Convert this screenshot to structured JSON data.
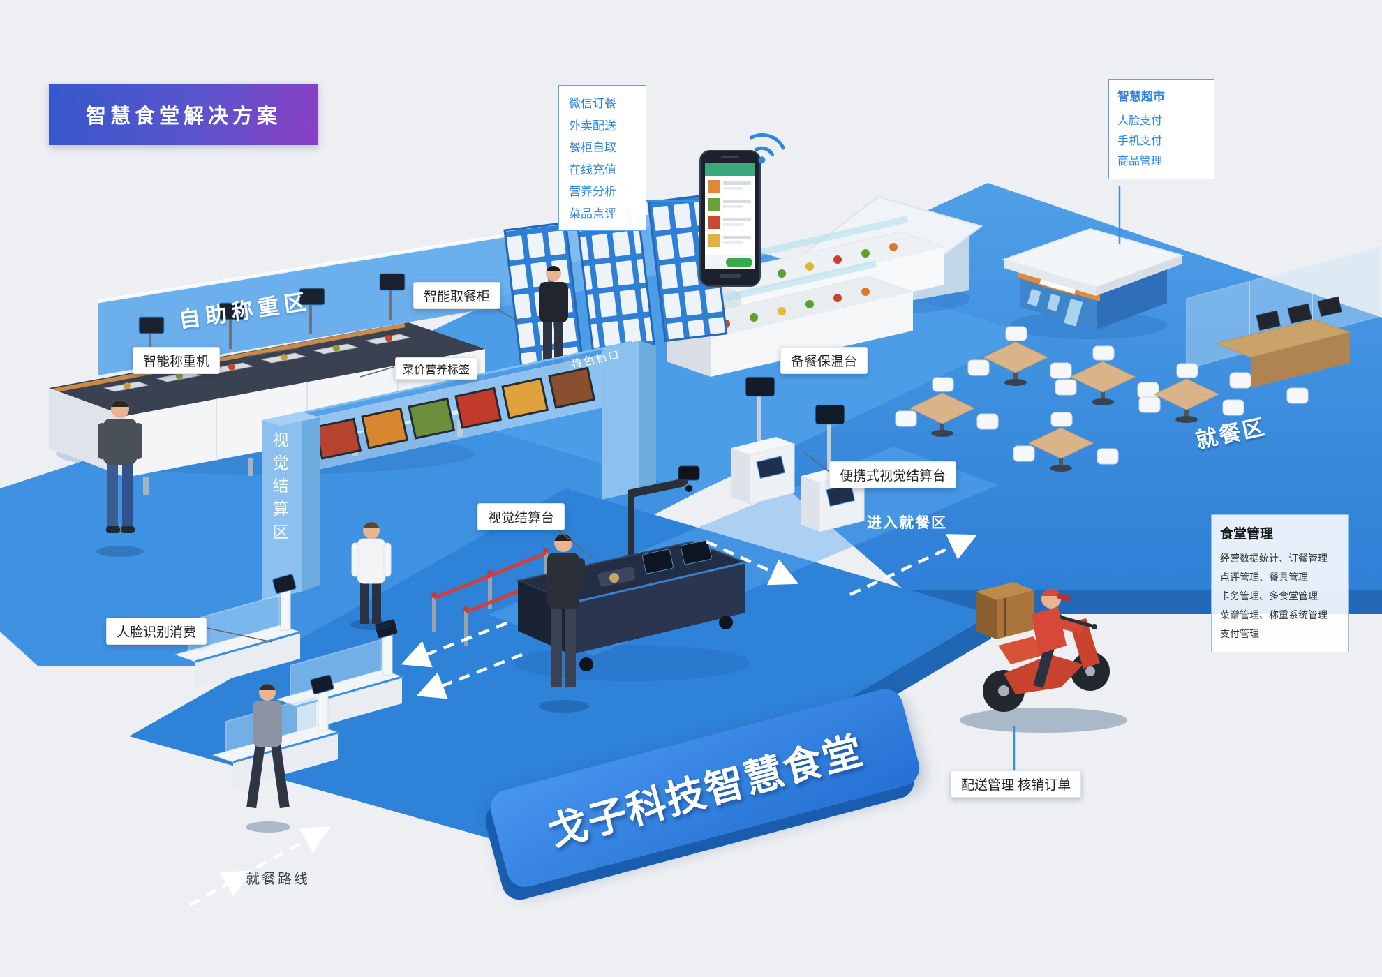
{
  "title_banner": {
    "label": "智慧食堂解决方案"
  },
  "phone_callout": {
    "items": [
      "微信订餐",
      "外卖配送",
      "餐柜自取",
      "在线充值",
      "营养分析",
      "菜品点评"
    ]
  },
  "smart_market_callout": {
    "title": "智慧超市",
    "items": [
      "人脸支付",
      "手机支付",
      "商品管理"
    ]
  },
  "canteen_mgmt_callout": {
    "title": "食堂管理",
    "items": [
      "经营数据统计、订餐管理",
      "点评管理、餐具管理",
      "卡务管理、多食堂管理",
      "菜谱管理、称重系统管理",
      "支付管理"
    ]
  },
  "labels": {
    "self_weigh_zone": "自助称重区",
    "smart_pickup_cabinet": "智能取餐柜",
    "smart_scale": "智能称重机",
    "nutrition_tag": "菜价营养标签",
    "buffet_warm_table": "备餐保温台",
    "special_stall": "特色档口",
    "vision_checkout_zone": "视觉结算区",
    "vision_checkout_table": "视觉结算台",
    "portable_vision_checkout": "便携式视觉结算台",
    "face_recognition_pay": "人脸识别消费",
    "enter_dining_area": "进入就餐区",
    "dining_area": "就餐区",
    "dining_route": "就餐路线",
    "delivery_mgmt": "配送管理  核销订单"
  },
  "main_ribbon": {
    "label": "戈子科技智慧食堂"
  },
  "colors": {
    "background": "#edeff2",
    "floor_main": "#3a8fe0",
    "floor_front": "#2e82d8",
    "accent_blue": "#2f86e0",
    "title_gradient_start": "#3558cc",
    "title_gradient_end": "#8a3fc4",
    "ribbon_blue": "#2b7de4",
    "scooter_red": "#d14a32",
    "label_text": "#222222"
  }
}
